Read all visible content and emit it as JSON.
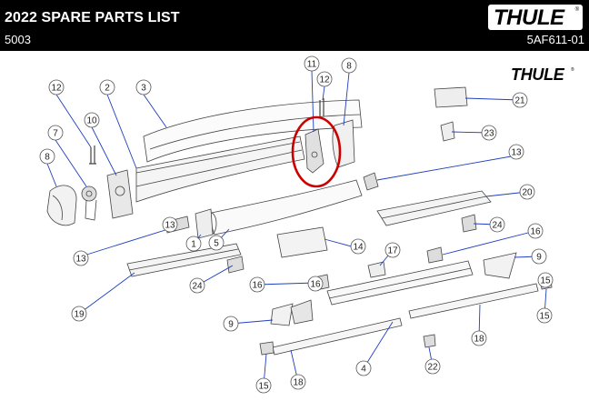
{
  "header": {
    "title": "2022 SPARE PARTS LIST",
    "code": "5003",
    "doc_number": "5AF611-01",
    "logo_text": "THULE",
    "logo_mark": "®"
  },
  "diagram": {
    "callouts": [
      "1",
      "2",
      "3",
      "4",
      "5",
      "7",
      "8",
      "8",
      "9",
      "9",
      "10",
      "11",
      "12",
      "12",
      "13",
      "13",
      "13",
      "14",
      "15",
      "15",
      "15",
      "16",
      "16",
      "16",
      "17",
      "18",
      "18",
      "19",
      "20",
      "21",
      "22",
      "23",
      "24",
      "24"
    ],
    "highlight_color": "#cc0000",
    "leader_color": "#1f3fbf"
  }
}
